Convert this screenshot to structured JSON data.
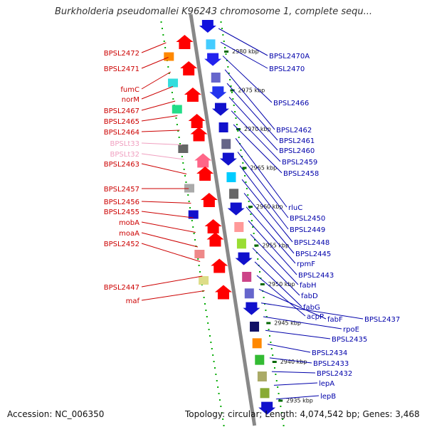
{
  "title": "Burkholderia pseudomallei K96243 chromosome 1, complete sequ...",
  "footer": {
    "accession": "Accession: NC_006350",
    "stats": "Topology: circular; Length: 4,074,542 bp; Genes: 3,468"
  },
  "colors": {
    "forward_label": "#cc0000",
    "reverse_label": "#0000aa",
    "rna_label": "#f0a0c0",
    "backbone": "#888888",
    "dots": "#00aa00",
    "ticks": "#006600"
  },
  "kbp_ticks": [
    "2980 kbp",
    "2975 kbp",
    "2970 kbp",
    "2965 kbp",
    "2960 kbp",
    "2955 kbp",
    "2950 kbp",
    "2945 kbp",
    "2940 kbp",
    "2935 kbp"
  ],
  "left_labels": [
    {
      "text": "BPSL2472",
      "kind": "gene"
    },
    {
      "text": "BPSL2471",
      "kind": "gene"
    },
    {
      "text": "fumC",
      "kind": "gene"
    },
    {
      "text": "norM",
      "kind": "gene"
    },
    {
      "text": "BPSL2467",
      "kind": "gene"
    },
    {
      "text": "BPSL2465",
      "kind": "gene"
    },
    {
      "text": "BPSL2464",
      "kind": "gene"
    },
    {
      "text": "BPSLt33",
      "kind": "rna"
    },
    {
      "text": "BPSLt32",
      "kind": "rna"
    },
    {
      "text": "BPSL2463",
      "kind": "gene"
    },
    {
      "text": "BPSL2457",
      "kind": "gene"
    },
    {
      "text": "BPSL2456",
      "kind": "gene"
    },
    {
      "text": "BPSL2455",
      "kind": "gene"
    },
    {
      "text": "mobA",
      "kind": "gene"
    },
    {
      "text": "moaA",
      "kind": "gene"
    },
    {
      "text": "BPSL2452",
      "kind": "gene"
    },
    {
      "text": "BPSL2447",
      "kind": "gene"
    },
    {
      "text": "maf",
      "kind": "gene"
    }
  ],
  "right_labels": [
    {
      "text": "BPSL2470A"
    },
    {
      "text": "BPSL2470"
    },
    {
      "text": "BPSL2466"
    },
    {
      "text": "BPSL2462"
    },
    {
      "text": "BPSL2461"
    },
    {
      "text": "BPSL2460"
    },
    {
      "text": "BPSL2459"
    },
    {
      "text": "BPSL2458"
    },
    {
      "text": "rluC"
    },
    {
      "text": "BPSL2450"
    },
    {
      "text": "BPSL2449"
    },
    {
      "text": "BPSL2448"
    },
    {
      "text": "BPSL2445"
    },
    {
      "text": "rpmF"
    },
    {
      "text": "BPSL2443"
    },
    {
      "text": "fabH"
    },
    {
      "text": "fabD"
    },
    {
      "text": "fabG"
    },
    {
      "text": "acpP"
    },
    {
      "text": "fabF"
    },
    {
      "text": "BPSL2437"
    },
    {
      "text": "rpoE"
    },
    {
      "text": "BPSL2435"
    },
    {
      "text": "BPSL2434"
    },
    {
      "text": "BPSL2433"
    },
    {
      "text": "BPSL2432"
    },
    {
      "text": "lepA"
    },
    {
      "text": "lepB"
    }
  ],
  "forward_features": [
    {
      "color": "#ff0000",
      "shape": "arrow"
    },
    {
      "color": "#ff8800",
      "shape": "box"
    },
    {
      "color": "#ff0000",
      "shape": "arrow"
    },
    {
      "color": "#33dddd",
      "shape": "box"
    },
    {
      "color": "#ff0000",
      "shape": "arrow"
    },
    {
      "color": "#22dd88",
      "shape": "box"
    },
    {
      "color": "#ff0000",
      "shape": "arrow"
    },
    {
      "color": "#ff0000",
      "shape": "arrow"
    },
    {
      "color": "#666666",
      "shape": "box"
    },
    {
      "color": "#ff6688",
      "shape": "arrow"
    },
    {
      "color": "#ff0000",
      "shape": "arrow"
    },
    {
      "color": "#aaaaaa",
      "shape": "box"
    },
    {
      "color": "#ff0000",
      "shape": "arrow"
    },
    {
      "color": "#1111cc",
      "shape": "box"
    },
    {
      "color": "#ff0000",
      "shape": "arrow"
    },
    {
      "color": "#ff0000",
      "shape": "arrow"
    },
    {
      "color": "#ee8888",
      "shape": "box"
    },
    {
      "color": "#ff0000",
      "shape": "arrow"
    },
    {
      "color": "#dddd88",
      "shape": "box"
    },
    {
      "color": "#ff0000",
      "shape": "arrow"
    }
  ],
  "reverse_features": [
    {
      "color": "#1111dd",
      "shape": "arrow"
    },
    {
      "color": "#44ccff",
      "shape": "box"
    },
    {
      "color": "#2222ee",
      "shape": "arrow"
    },
    {
      "color": "#6666cc",
      "shape": "box"
    },
    {
      "color": "#2233ee",
      "shape": "arrow"
    },
    {
      "color": "#1111cc",
      "shape": "arrow"
    },
    {
      "color": "#1111cc",
      "shape": "box"
    },
    {
      "color": "#666688",
      "shape": "box"
    },
    {
      "color": "#1111cc",
      "shape": "arrow"
    },
    {
      "color": "#00ccff",
      "shape": "box"
    },
    {
      "color": "#666666",
      "shape": "box"
    },
    {
      "color": "#1111cc",
      "shape": "arrow"
    },
    {
      "color": "#ff9999",
      "shape": "box"
    },
    {
      "color": "#99dd33",
      "shape": "box"
    },
    {
      "color": "#1111cc",
      "shape": "arrow"
    },
    {
      "color": "#cc4488",
      "shape": "box"
    },
    {
      "color": "#6666cc",
      "shape": "box"
    },
    {
      "color": "#1111cc",
      "shape": "arrow"
    },
    {
      "color": "#111166",
      "shape": "box"
    },
    {
      "color": "#ff8800",
      "shape": "box"
    },
    {
      "color": "#33bb33",
      "shape": "box"
    },
    {
      "color": "#aaaa66",
      "shape": "box"
    },
    {
      "color": "#88aa33",
      "shape": "box"
    },
    {
      "color": "#1111cc",
      "shape": "arrow"
    }
  ]
}
